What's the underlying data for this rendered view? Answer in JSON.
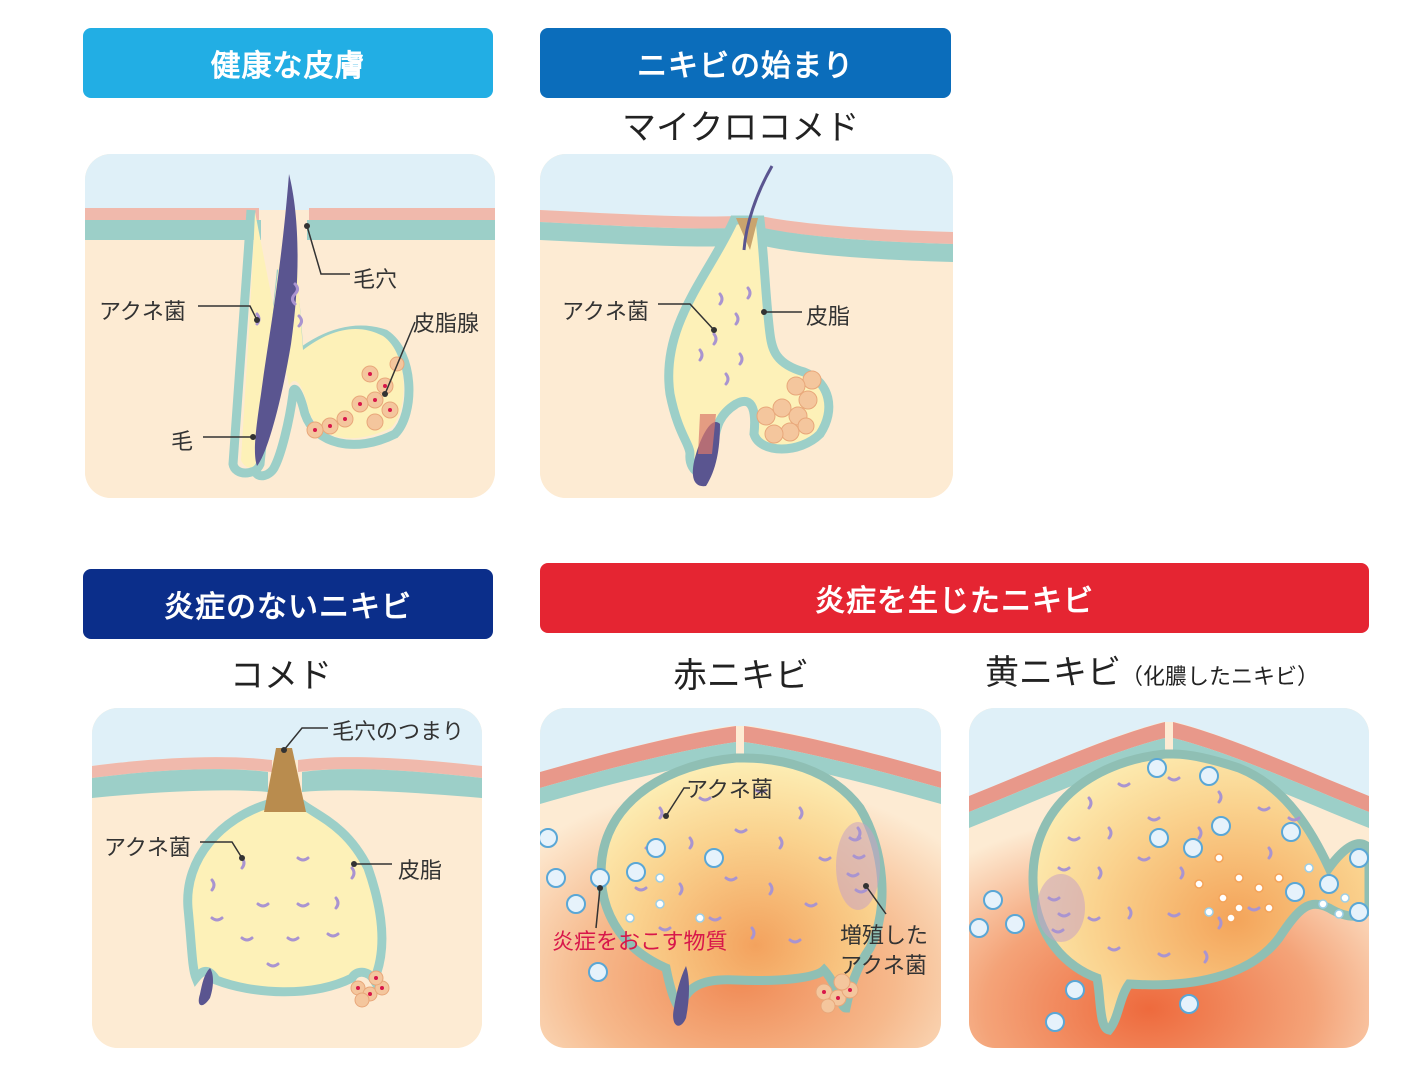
{
  "headers": {
    "healthy": "健康な皮膚",
    "start": "ニキビの始まり",
    "noninflamed": "炎症のないニキビ",
    "inflamed": "炎症を生じたニキビ"
  },
  "subtitles": {
    "microcomedo": "マイクロコメド",
    "comedo": "コメド",
    "red": "赤ニキビ",
    "yellow": "黄ニキビ",
    "yellow_note": "（化膿したニキビ）"
  },
  "labels": {
    "pore": "毛穴",
    "acne_bacteria": "アクネ菌",
    "sebaceous_gland": "皮脂腺",
    "hair": "毛",
    "sebum": "皮脂",
    "pore_clog": "毛穴のつまり",
    "inflammatory_substance": "炎症をおこす物質",
    "multiplied_1": "増殖した",
    "multiplied_2": "アクネ菌"
  },
  "colors": {
    "healthy_header": "#22aee4",
    "start_header": "#0b6dbb",
    "noninflamed_header": "#0b2e8a",
    "inflamed_header": "#e52532",
    "sky": "#dff0f8",
    "epidermis_pink": "#f0b9ac",
    "epidermis_teal": "#9ccfc8",
    "dermis": "#fdebd3",
    "sebum_fill": "#fdf1b8",
    "bacteria": "#a994d0",
    "hair": "#5a5590",
    "inflammation": "#f08a55",
    "inflammatory_label": "#d8174a"
  }
}
